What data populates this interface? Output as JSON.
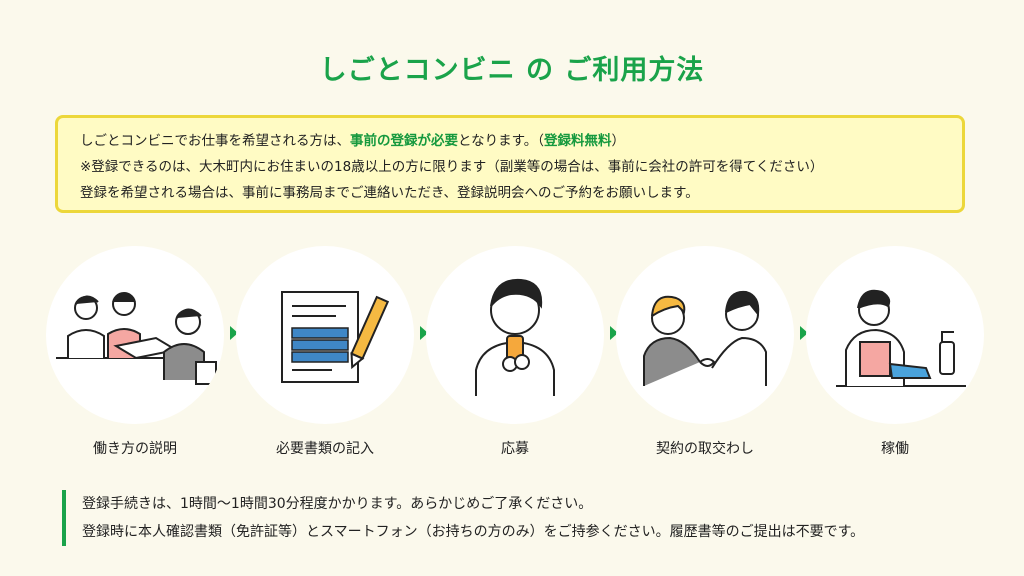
{
  "title": "しごとコンビニ の ご利用方法",
  "notice": {
    "line1_a": "しごとコンビニでお仕事を希望される方は、",
    "line1_em": "事前の登録が必要",
    "line1_b": "となります。（",
    "line1_em2": "登録料無料",
    "line1_c": "）",
    "line2": "※登録できるのは、大木町内にお住まいの18歳以上の方に限ります（副業等の場合は、事前に会社の許可を得てください）",
    "line3": "登録を希望される場合は、事前に事務局までご連絡いただき、登録説明会へのご予約をお願いします。"
  },
  "steps": [
    {
      "label": "働き方の説明",
      "icon": "meeting-icon"
    },
    {
      "label": "必要書類の記入",
      "icon": "document-pen-icon"
    },
    {
      "label": "応募",
      "icon": "smartphone-person-icon"
    },
    {
      "label": "契約の取交わし",
      "icon": "handshake-icon"
    },
    {
      "label": "稼働",
      "icon": "cleaning-worker-icon"
    }
  ],
  "footnote": {
    "line1": "登録手続きは、1時間〜1時間30分程度かかります。あらかじめご了承ください。",
    "line2": "登録時に本人確認書類（免許証等）とスマートフォン（お持ちの方のみ）をご持参ください。履歴書等のご提出は不要です。"
  },
  "colors": {
    "accent": "#1aa34a",
    "notice_bg": "#fffbc4",
    "notice_border": "#ecd73a",
    "background": "#fbf9ec"
  }
}
